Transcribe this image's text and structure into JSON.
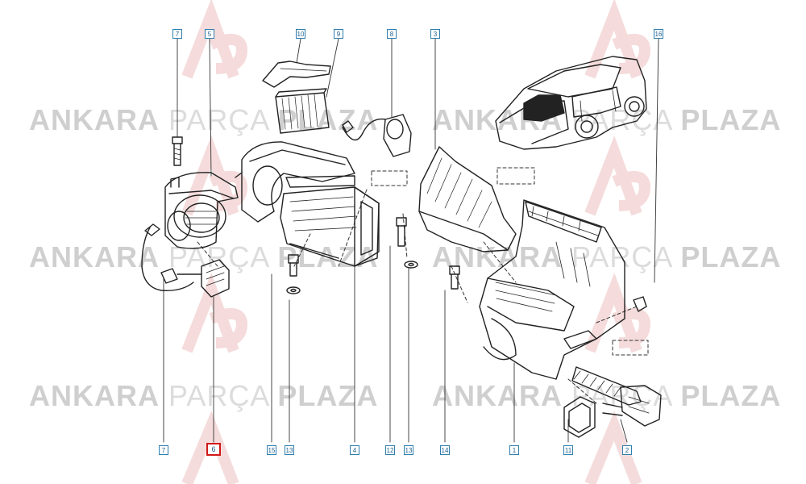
{
  "watermark": {
    "word1": "ANKARA",
    "word2": "PARÇA",
    "word3": "PLAZA"
  },
  "callouts": {
    "c7_top": "7",
    "c5_top": "5",
    "c10_top": "10",
    "c9_top": "9",
    "c8_top": "8",
    "c3_top": "3",
    "c16_top": "16",
    "c7_bottom": "7",
    "c6_bottom": "6",
    "c15_bottom": "15",
    "c13_bottom_a": "13",
    "c4_bottom": "4",
    "c12_bottom": "12",
    "c13_bottom_b": "13",
    "c14_bottom": "14",
    "c1_bottom": "1",
    "c11_bottom": "11",
    "c2_bottom": "2"
  },
  "colors": {
    "line": "#222222",
    "callout_border": "#2f7fb0",
    "selected_border": "#d01818",
    "watermark": "#d4d4d4",
    "logo_red": "#f2c6c6"
  }
}
